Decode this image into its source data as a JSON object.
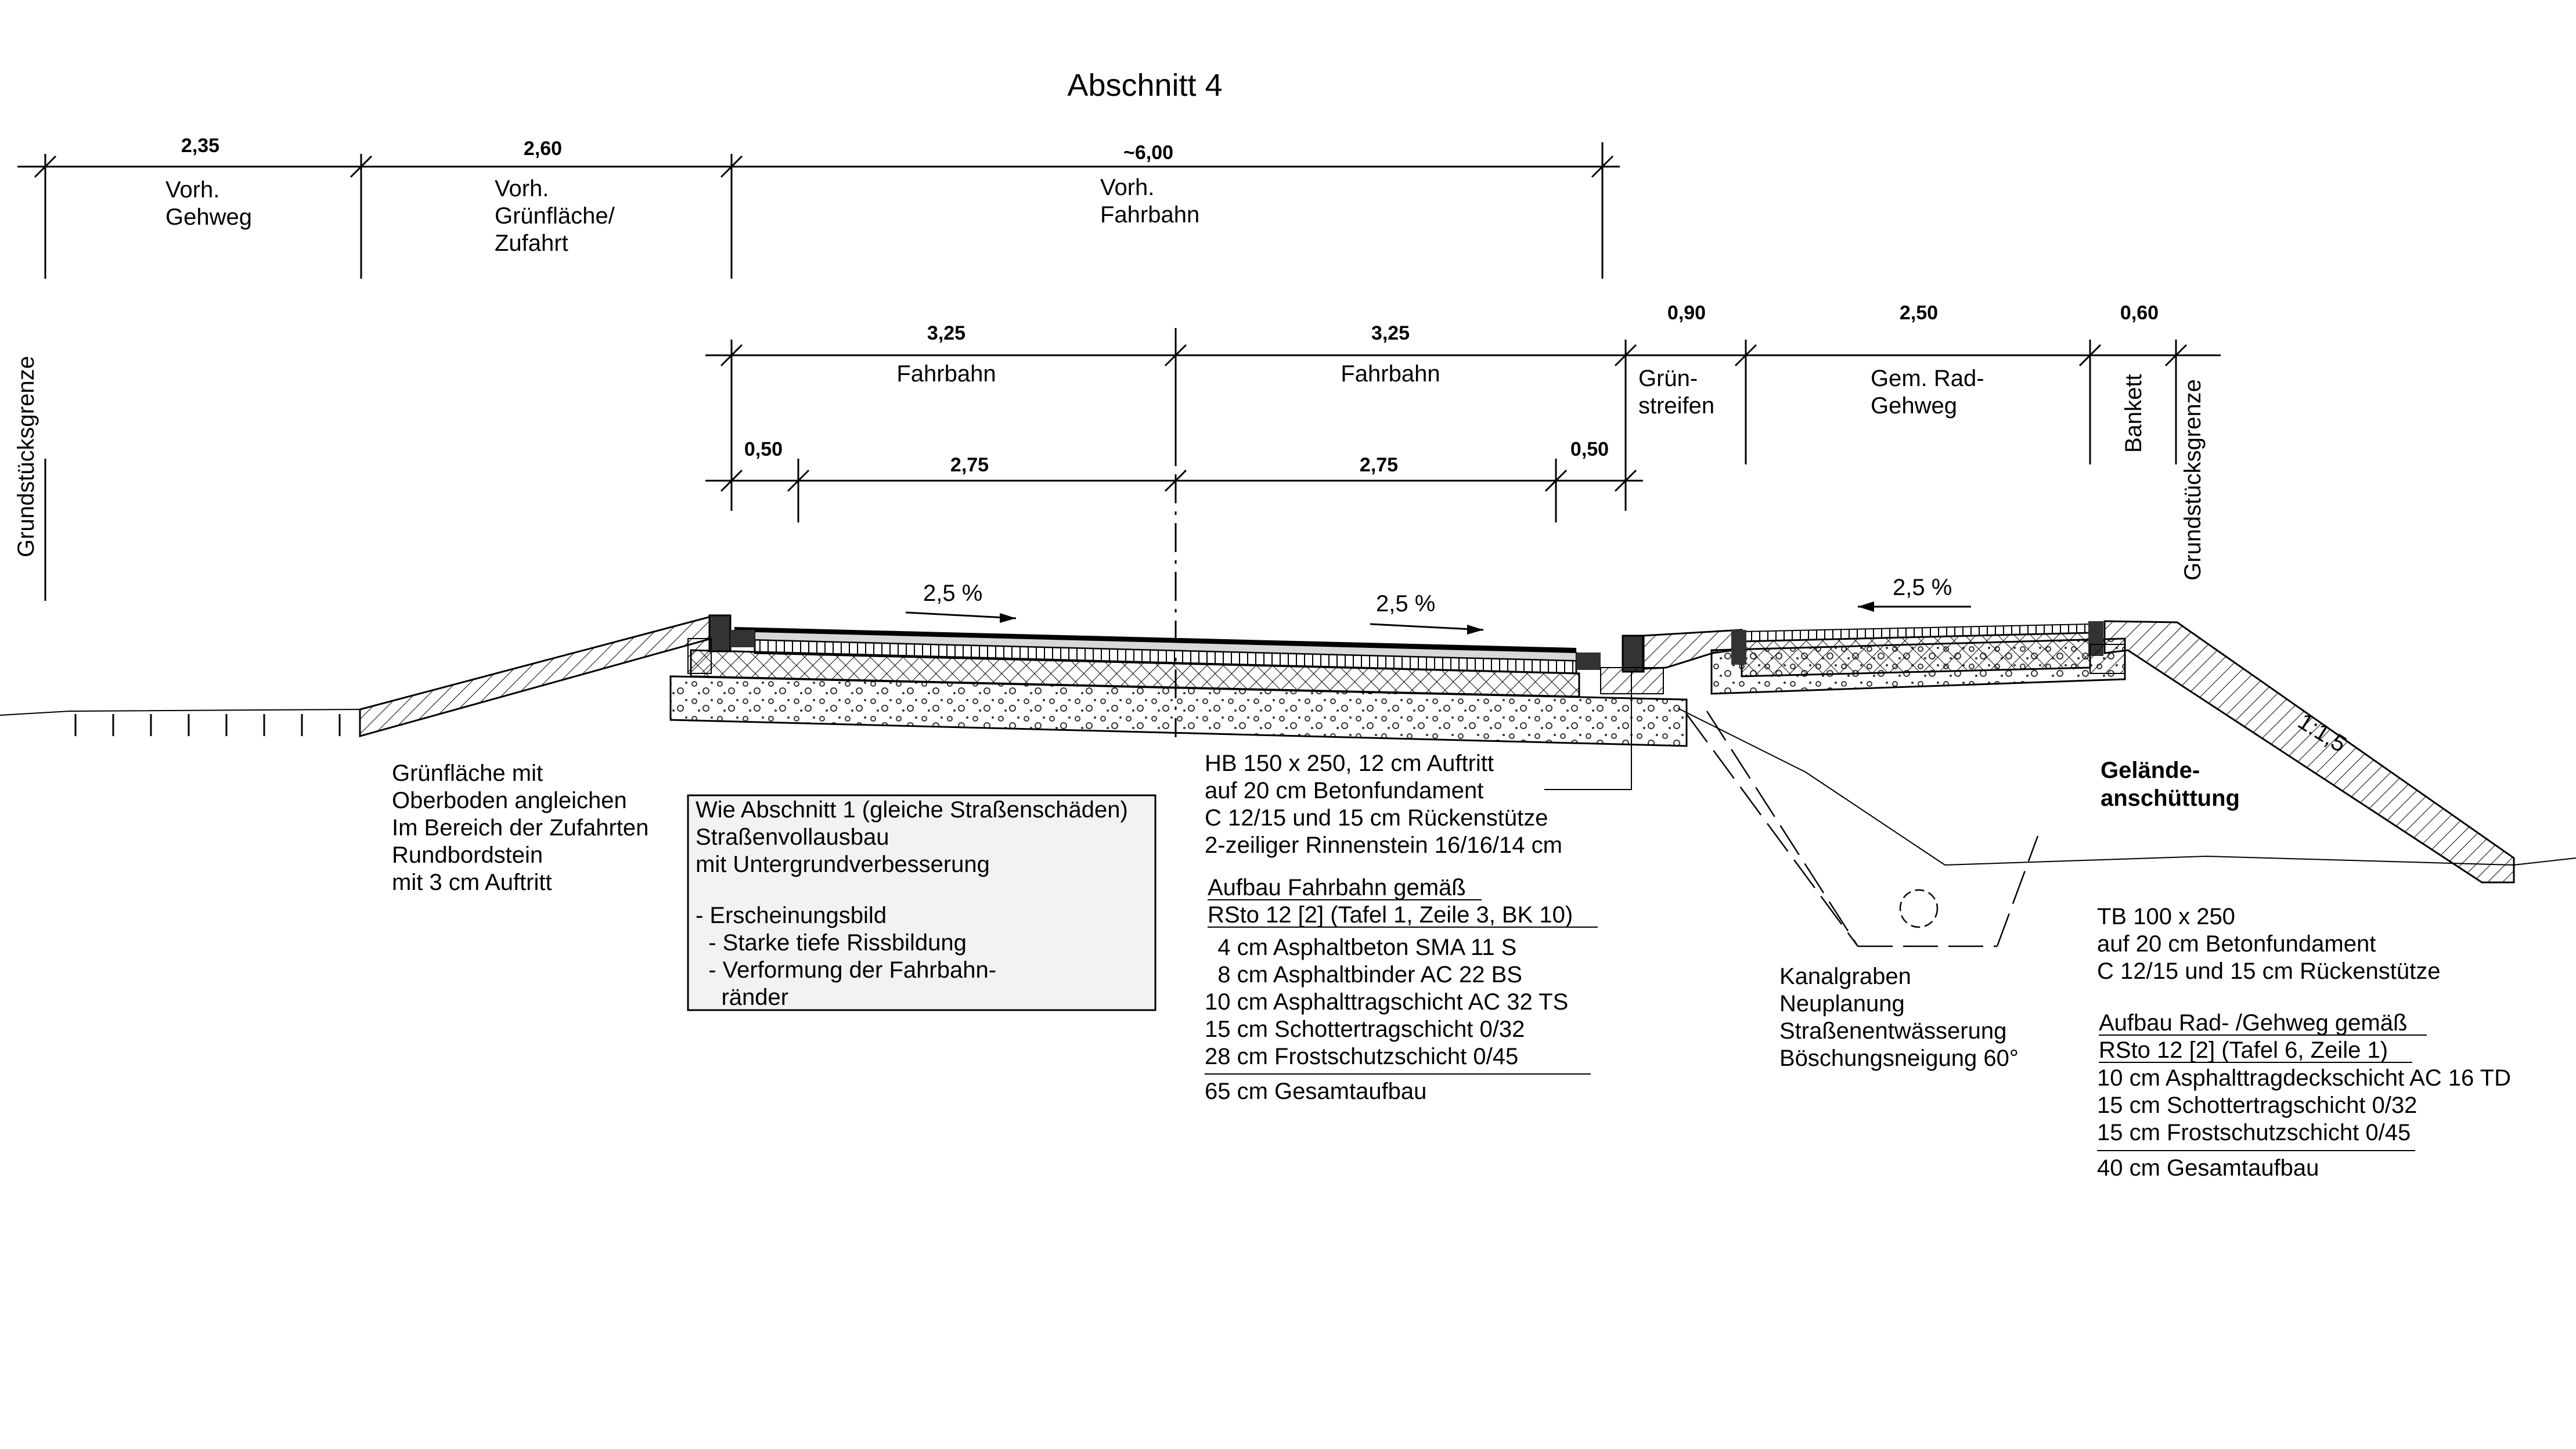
{
  "title": "Abschnitt 4",
  "top_dimensions": {
    "gehweg": {
      "value": "2,35",
      "label": [
        "Vorh.",
        "Gehweg"
      ]
    },
    "gruenflaeche": {
      "value": "2,60",
      "label": [
        "Vorh.",
        "Grünfläche/",
        "Zufahrt"
      ]
    },
    "fahrbahn": {
      "value": "~6,00",
      "label": [
        "Vorh.",
        "Fahrbahn"
      ]
    }
  },
  "mid_dimensions": {
    "fahrbahn_left": {
      "value": "3,25",
      "label": "Fahrbahn"
    },
    "fahrbahn_right": {
      "value": "3,25",
      "label": "Fahrbahn"
    },
    "gruenstreifen": {
      "value": "0,90",
      "label": [
        "Grün-",
        "streifen"
      ]
    },
    "radweg": {
      "value": "2,50",
      "label": [
        "Gem. Rad-",
        "Gehweg"
      ]
    },
    "bankett": {
      "value": "0,60",
      "label": "Bankett"
    }
  },
  "lower_dimensions": [
    "0,50",
    "2,75",
    "2,75",
    "0,50"
  ],
  "property_line": "Grundstücksgrenze",
  "slopes": [
    "2,5 %",
    "2,5 %",
    "2,5 %"
  ],
  "embankment_ratio": "1:1,5",
  "gelaende": [
    "Gelände-",
    "anschüttung"
  ],
  "note_left": [
    "Grünfläche mit",
    "Oberboden angleichen",
    "Im Bereich der Zufahrten",
    "Rundbordstein",
    "mit 3 cm Auftritt"
  ],
  "box_note": [
    "Wie Abschnitt 1 (gleiche Straßenschäden)",
    "Straßenvollausbau",
    "mit Untergrundverbesserung",
    "",
    "- Erscheinungsbild",
    "  - Starke tiefe Rissbildung",
    "  - Verformung der Fahrbahn-",
    "    ränder"
  ],
  "hb_note": [
    "HB 150 x 250, 12 cm Auftritt",
    "auf 20 cm Betonfundament",
    "C 12/15 und 15 cm Rückenstütze",
    "2-zeiliger Rinnenstein 16/16/14 cm"
  ],
  "fahrbahn_aufbau": {
    "heading": [
      "Aufbau Fahrbahn gemäß",
      "RSto 12 [2] (Tafel 1, Zeile 3, BK 10)"
    ],
    "layers": [
      "  4 cm Asphaltbeton SMA 11 S",
      "  8 cm Asphaltbinder AC 22 BS",
      "10 cm Asphalttragschicht AC 32 TS",
      "15 cm Schottertragschicht 0/32",
      "28 cm Frostschutzschicht 0/45"
    ],
    "total": "65 cm Gesamtaufbau"
  },
  "kanal_note": [
    "Kanalgraben",
    "Neuplanung",
    "Straßenentwässerung",
    "Böschungsneigung 60°"
  ],
  "tb_note": [
    "TB 100 x 250",
    "auf 20 cm Betonfundament",
    "C 12/15 und 15 cm Rückenstütze"
  ],
  "radweg_aufbau": {
    "heading": [
      "Aufbau Rad- /Gehweg gemäß",
      "RSto 12 [2] (Tafel 6, Zeile 1)"
    ],
    "layers": [
      "10 cm Asphalttragdeckschicht AC 16 TD",
      "15 cm Schottertragschicht 0/32",
      "15 cm Frostschutzschicht 0/45"
    ],
    "total": "40 cm Gesamtaufbau"
  }
}
